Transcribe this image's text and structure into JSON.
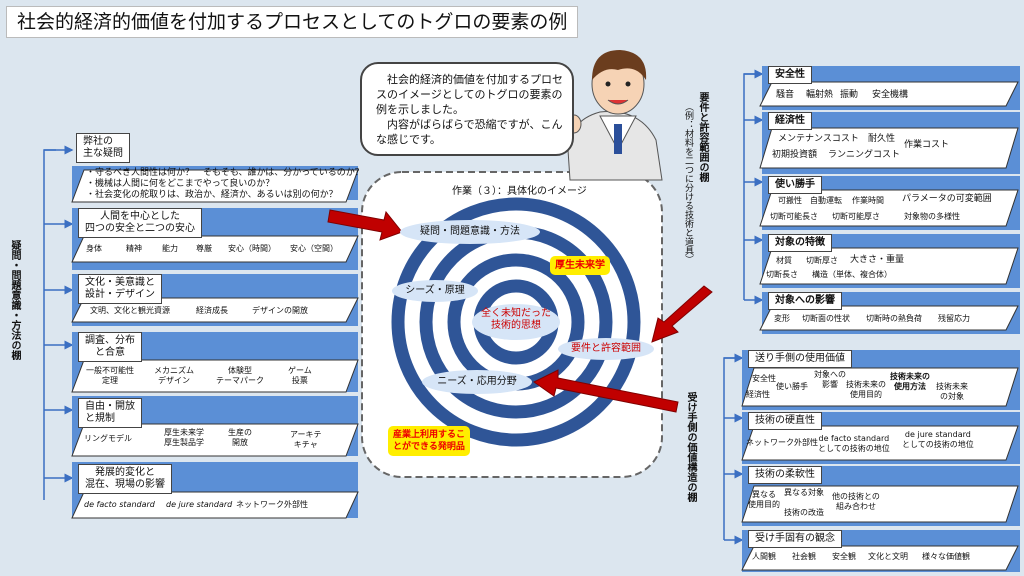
{
  "title": "社会的経済的価値を付加するプロセスとしてのトグロの要素の例",
  "bubble": {
    "text": "　社会的経済的価値を付加するプロセスのイメージとしてのトグロの要素の例を示しました。\n　内容がばらばらで恐縮ですが、こんな感じです。"
  },
  "left": {
    "side_label": "疑問・問題意識・方法の棚",
    "sections": [
      {
        "title": "弊社の\n主な疑問",
        "items": [
          "・守るべき人間性は何か？　そもそも、誰かは、分かっているのか？",
          "・機械は人間に何をどこまでやって良いのか？",
          "・社会変化の舵取りは、政治か、経済か、あるいは別の何か？"
        ]
      },
      {
        "title": "人間を中心とした\n四つの安全と二つの安心",
        "items": [
          "身体",
          "精神",
          "能力",
          "尊厳",
          "安心（時間）",
          "安心（空間）"
        ]
      },
      {
        "title": "文化・美意識と\n設計・デザイン",
        "items": [
          "文明、文化と観光資源",
          "経済成長",
          "デザインの開放"
        ]
      },
      {
        "title": "調査、分布\nと合意",
        "items": [
          "一般不可能性\n定理",
          "メカニズム\nデザイン",
          "体験型\nテーマパーク",
          "ゲーム\n投票"
        ]
      },
      {
        "title": "自由・開放\nと規制",
        "items": [
          "リングモデル",
          "厚生未来学\n厚生製品学",
          "生産の\n開放",
          "アーキテ\nキチャ"
        ]
      },
      {
        "title": "発展的変化と\n混在、現場の影響",
        "items": [
          "de facto standard",
          "de jure standard",
          "ネットワーク外部性"
        ]
      }
    ]
  },
  "center": {
    "title": "作業（３）：具体化のイメージ",
    "labels": {
      "q": "疑問・問題意識・方法",
      "seeds": "シーズ・原理",
      "needs": "ニーズ・応用分野",
      "req": "要件と許容範囲",
      "core": "全く未知だった\n技術的思想",
      "future": "厚生未来学",
      "patent": "産業上利用するこ\nとができる発明品"
    }
  },
  "right_top": {
    "side_label": "要件と許容範囲の棚",
    "side_note": "（例：材料を二つに分ける技術と道具）",
    "sections": [
      {
        "title": "安全性",
        "items": [
          "騒音",
          "輻射熱",
          "振動",
          "安全機構"
        ]
      },
      {
        "title": "経済性",
        "items": [
          "メンテナンスコスト",
          "耐久性",
          "作業コスト",
          "初期投資額",
          "ランニングコスト"
        ]
      },
      {
        "title": "使い勝手",
        "items": [
          "可搬性",
          "自動運転",
          "作業時間",
          "パラメータの可変範囲",
          "切断可能長さ",
          "切断可能厚さ",
          "対象物の多様性"
        ]
      },
      {
        "title": "対象の特徴",
        "items": [
          "材質",
          "切断厚さ",
          "大きさ・重量",
          "切断長さ",
          "構造（単体、複合体）"
        ]
      },
      {
        "title": "対象への影響",
        "items": [
          "変形",
          "切断面の性状",
          "切断時の熱負荷",
          "残留応力"
        ]
      }
    ]
  },
  "right_bottom": {
    "side_label": "受け手側の価値構造の棚",
    "sections": [
      {
        "title": "送り手側の使用価値",
        "items": [
          "安全性",
          "使い勝手",
          "経済性",
          "対象への\n影響",
          "技術未来の\n使用目的",
          "技術未来の\n使用方法",
          "技術未来\nの対象"
        ]
      },
      {
        "title": "技術の硬直性",
        "items": [
          "ネットワーク外部性",
          "de facto standard\nとしての技術の地位",
          "de jure standard\nとしての技術の地位"
        ]
      },
      {
        "title": "技術の柔軟性",
        "items": [
          "異なる\n使用目的",
          "異なる対象",
          "技術の改造",
          "他の技術との\n組み合わせ"
        ]
      },
      {
        "title": "受け手固有の観念",
        "items": [
          "人間観",
          "社会観",
          "安全観",
          "文化と文明",
          "様々な価値観"
        ]
      }
    ]
  }
}
